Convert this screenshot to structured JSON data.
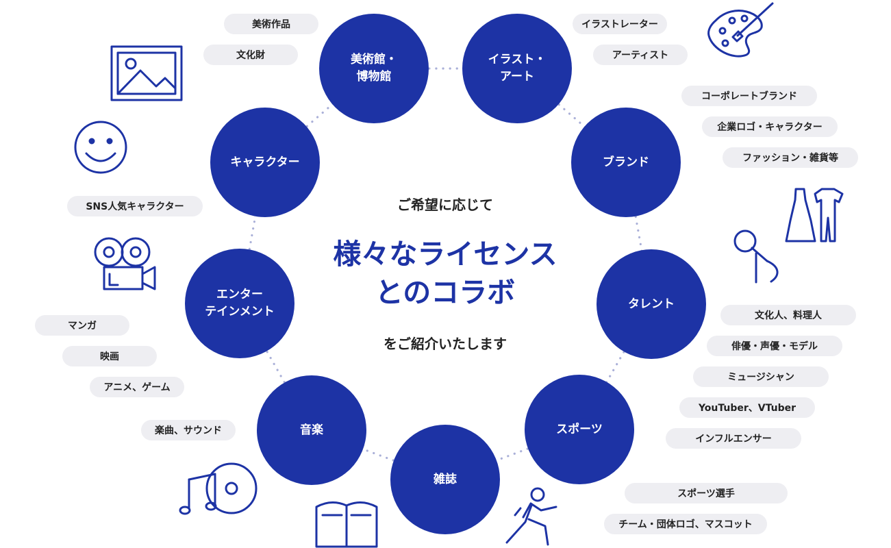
{
  "center": {
    "subtitle": "ご希望に応じて",
    "title": "様々なライセンス\nとのコラボ",
    "footer": "をご紹介いたします"
  },
  "colors": {
    "primary": "#1d33a5",
    "pill": "#eeeef2",
    "dots": "#aab0d8"
  },
  "categories": [
    {
      "id": "museum",
      "label": "美術館・\n博物館",
      "icon": "picture-frame-icon",
      "tags": [
        "美術作品",
        "文化財"
      ]
    },
    {
      "id": "art",
      "label": "イラスト・\nアート",
      "icon": "palette-icon",
      "tags": [
        "イラストレーター",
        "アーティスト"
      ]
    },
    {
      "id": "brand",
      "label": "ブランド",
      "icon": "clothing-icon",
      "tags": [
        "コーポレートブランド",
        "企業ロゴ・キャラクター",
        "ファッション・雑貨等"
      ]
    },
    {
      "id": "talent",
      "label": "タレント",
      "icon": "microphone-icon",
      "tags": [
        "文化人、料理人",
        "俳優・声優・モデル",
        "ミュージシャン",
        "YouTuber、VTuber",
        "インフルエンサー"
      ]
    },
    {
      "id": "sports",
      "label": "スポーツ",
      "icon": "runner-icon",
      "tags": [
        "スポーツ選手",
        "チーム・団体ロゴ、マスコット"
      ]
    },
    {
      "id": "magazine",
      "label": "雑誌",
      "icon": "book-icon",
      "tags": []
    },
    {
      "id": "music",
      "label": "音楽",
      "icon": "music-cd-icon",
      "tags": [
        "楽曲、サウンド"
      ]
    },
    {
      "id": "entertain",
      "label": "エンター\nテインメント",
      "icon": "video-camera-icon",
      "tags": [
        "マンガ",
        "映画",
        "アニメ、ゲーム"
      ]
    },
    {
      "id": "character",
      "label": "キャラクター",
      "icon": "smiley-icon",
      "tags": [
        "SNS人気キャラクター"
      ]
    }
  ]
}
